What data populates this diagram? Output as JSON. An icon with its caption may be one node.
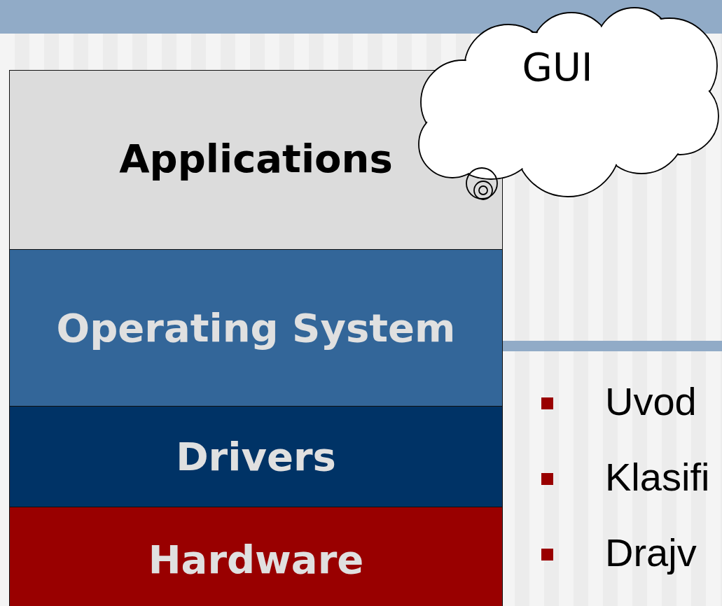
{
  "diagram": {
    "nodes": [
      {
        "text": [
          "Applications"
        ]
      },
      {
        "text": [
          "Operating System"
        ]
      },
      {
        "text": [
          "Drivers"
        ]
      },
      {
        "text": [
          "Hardware"
        ]
      },
      {
        "text": [
          "GUI"
        ]
      }
    ],
    "labels": [
      "Uvod",
      "Klasifi",
      "Drajv"
    ]
  }
}
